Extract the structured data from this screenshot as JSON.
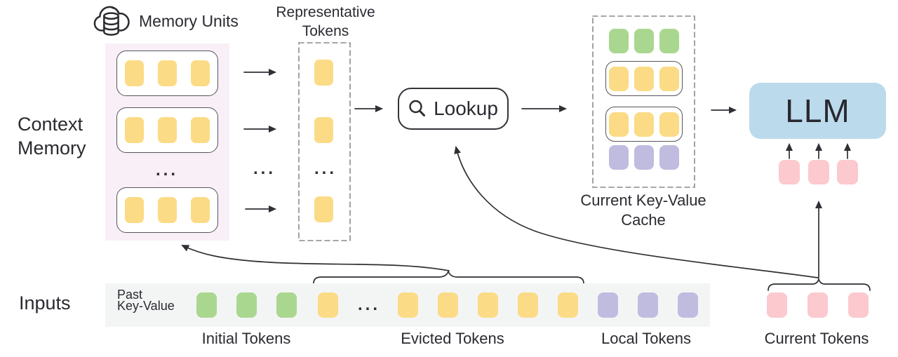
{
  "palette": {
    "yellow_token": "#fbdb85",
    "green_token": "#a9d78f",
    "purple_token": "#c0bcdf",
    "pink_token": "#fbc9ce",
    "llm_blue": "#bbdaeb",
    "context_memory_bg": "#f8eff7",
    "input_strip_bg": "#f3f5f4",
    "line_dark": "#2f2f35"
  },
  "ellipsis": "...",
  "context_memory": {
    "label_line1": "Context",
    "label_line2": "Memory",
    "memory_units_label": "Memory Units",
    "unit_rows_visible": 3,
    "tokens_per_row": 3
  },
  "representative": {
    "label_line1": "Representative",
    "label_line2": "Tokens",
    "visible_tokens": 3
  },
  "lookup": {
    "label": "Lookup"
  },
  "cache": {
    "label_line1": "Current Key-Value",
    "label_line2": "Cache",
    "rows": [
      {
        "color": "green",
        "count": 3,
        "boxed": false
      },
      {
        "color": "yellow",
        "count": 3,
        "boxed": true
      },
      {
        "color": "yellow",
        "count": 3,
        "boxed": true
      },
      {
        "color": "purple",
        "count": 3,
        "boxed": false
      }
    ]
  },
  "llm": {
    "label": "LLM",
    "input_tokens": 3
  },
  "inputs": {
    "section_label": "Inputs",
    "past_kv_line1": "Past",
    "past_kv_line2": "Key-Value",
    "groups": [
      {
        "name": "initial",
        "label": "Initial Tokens",
        "color": "green",
        "count": 3,
        "has_ellipsis": false
      },
      {
        "name": "evicted",
        "label": "Evicted Tokens",
        "color": "yellow",
        "count": 6,
        "has_ellipsis": true
      },
      {
        "name": "local",
        "label": "Local Tokens",
        "color": "purple",
        "count": 3,
        "has_ellipsis": false
      },
      {
        "name": "current",
        "label": "Current Tokens",
        "color": "pink",
        "count": 3,
        "has_ellipsis": false
      }
    ]
  }
}
